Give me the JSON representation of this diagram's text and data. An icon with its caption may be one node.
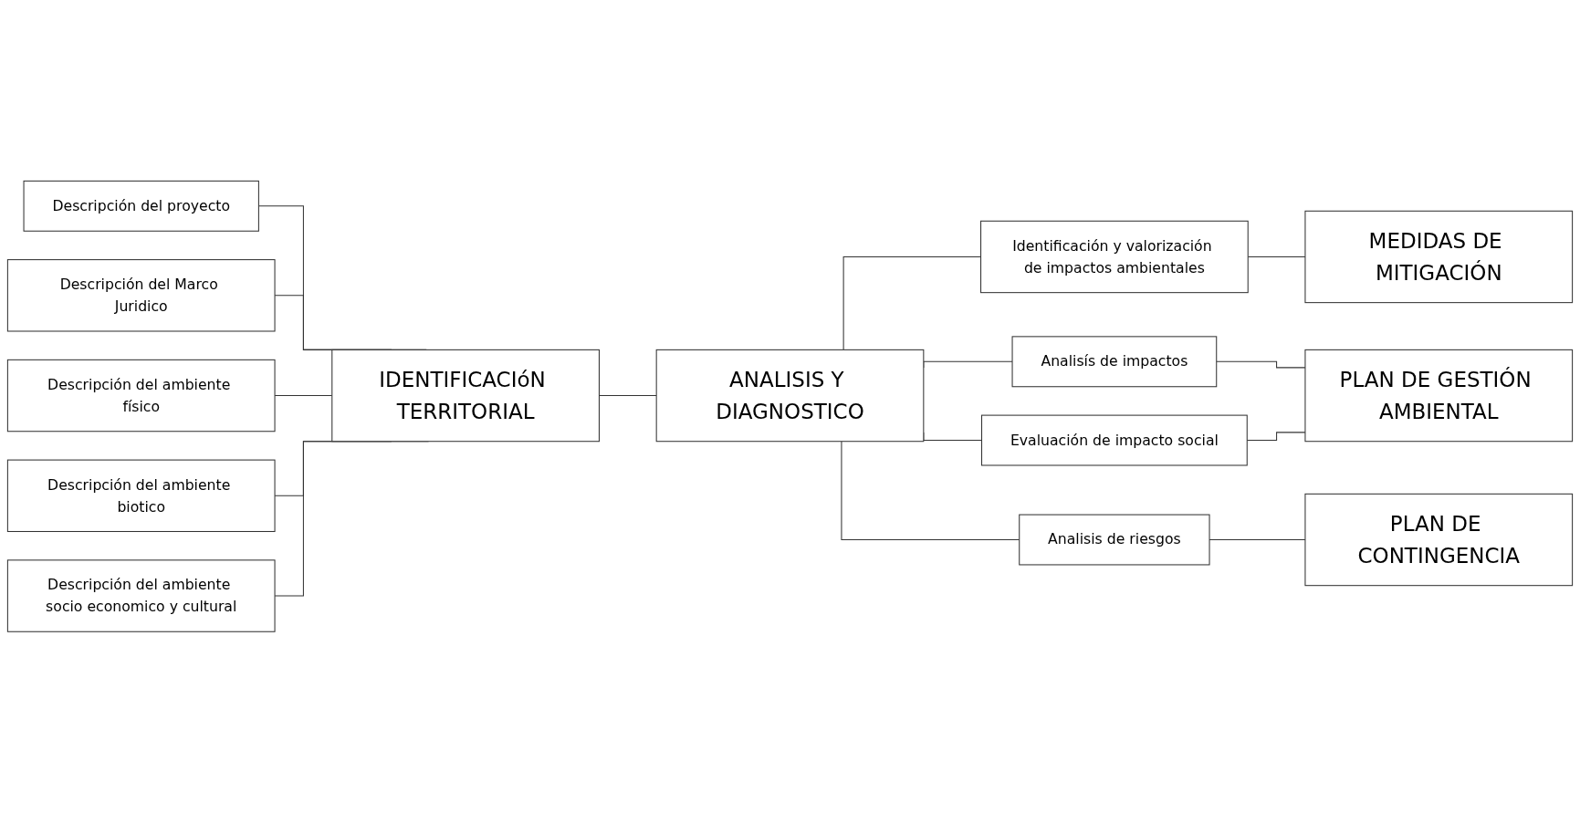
{
  "diagram": {
    "nodes": [
      {
        "text": [
          "Descripción del proyecto"
        ]
      },
      {
        "text": [
          "Descripción del Marco Juridico"
        ]
      },
      {
        "text": [
          "Descripción del ambiente físico"
        ]
      },
      {
        "text": [
          "Descripción del ambiente biotico"
        ]
      },
      {
        "text": [
          "Descripción del ambiente socio economico y cultural"
        ]
      },
      {
        "text": [
          "IDENTIFICACIóN TERRITORIAL"
        ]
      },
      {
        "text": [
          "ANALISIS Y DIAGNOSTICO"
        ]
      },
      {
        "text": [
          "Identificación y valorización de impactos ambientales"
        ]
      },
      {
        "text": [
          "Analisís de impactos"
        ]
      },
      {
        "text": [
          "Evaluación de impacto social"
        ]
      },
      {
        "text": [
          "Analisis de riesgos"
        ]
      },
      {
        "text": [
          "MEDIDAS DE MITIGACIÓN"
        ]
      },
      {
        "text": [
          "PLAN DE GESTIÓN AMBIENTAL"
        ]
      },
      {
        "text": [
          "PLAN DE CONTINGENCIA"
        ]
      }
    ],
    "edges": [
      {
        "from": 0,
        "to": 5,
        "arrow": "none"
      },
      {
        "from": 1,
        "to": 5,
        "arrow": "none"
      },
      {
        "from": 2,
        "to": 5,
        "arrow": "none"
      },
      {
        "from": 3,
        "to": 5,
        "arrow": "none"
      },
      {
        "from": 4,
        "to": 5,
        "arrow": "none"
      },
      {
        "from": 5,
        "to": 6,
        "arrow": "none"
      },
      {
        "from": 6,
        "to": 7,
        "arrow": "none"
      },
      {
        "from": 6,
        "to": 8,
        "arrow": "none"
      },
      {
        "from": 6,
        "to": 9,
        "arrow": "none"
      },
      {
        "from": 6,
        "to": 10,
        "arrow": "none"
      },
      {
        "from": 7,
        "to": 11,
        "arrow": "none"
      },
      {
        "from": 8,
        "to": 12,
        "arrow": "none"
      },
      {
        "from": 9,
        "to": 12,
        "arrow": "none"
      },
      {
        "from": 10,
        "to": 13,
        "arrow": "none"
      }
    ]
  }
}
